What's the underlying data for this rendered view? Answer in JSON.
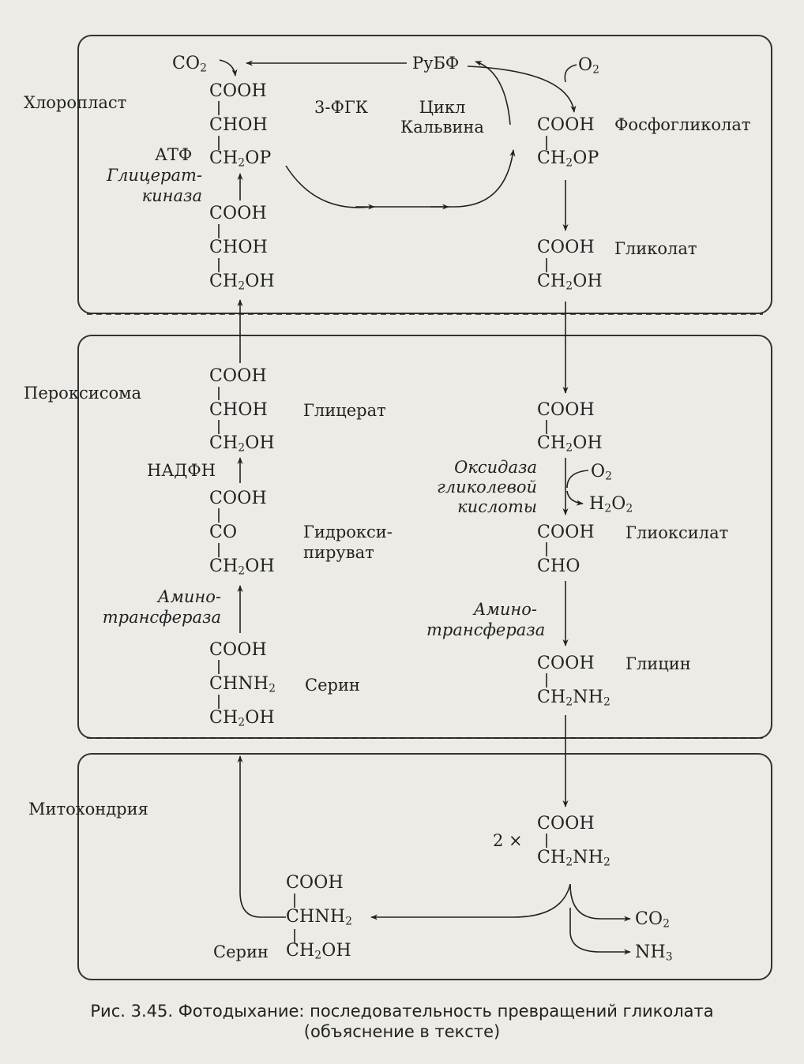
{
  "compartments": {
    "chloroplast": "Хлоропласт",
    "peroxisome": "Пероксисома",
    "mitochondria": "Митохондрия"
  },
  "chloroplast": {
    "co2": "CO",
    "co2_sub": "2",
    "rubp": "РуБФ",
    "o2": "O",
    "o2_sub": "2",
    "pga_label": "3-ФГК",
    "calvin_line1": "Цикл",
    "calvin_line2": "Кальвина",
    "atp": "АТФ",
    "kinase_line1": "Глицерат-",
    "kinase_line2": "киназа",
    "pga": {
      "l1": "COOH",
      "l2": "CHOH",
      "l3a": "CH",
      "l3s": "2",
      "l3b": "OP"
    },
    "glycerate": {
      "l1": "COOH",
      "l2": "CHOH",
      "l3a": "CH",
      "l3s": "2",
      "l3b": "OH"
    },
    "phosphoglycolate": {
      "l1": "COOH",
      "l2a": "CH",
      "l2s": "2",
      "l2b": "OP",
      "name": "Фосфогликолат"
    },
    "glycolate": {
      "l1": "COOH",
      "l2a": "CH",
      "l2s": "2",
      "l2b": "OH",
      "name": "Гликолат"
    }
  },
  "peroxisome": {
    "glycerate": {
      "l1": "COOH",
      "l2": "CHOH",
      "l3a": "CH",
      "l3s": "2",
      "l3b": "OH",
      "name": "Глицерат"
    },
    "nadph": "НАДФН",
    "hydroxypyruvate": {
      "l1": "COOH",
      "l2": "CO",
      "l3a": "CH",
      "l3s": "2",
      "l3b": "OH",
      "name_line1": "Гидрокси-",
      "name_line2": "пируват"
    },
    "aminotransferase_left_1": "Амино-",
    "aminotransferase_left_2": "трансфераза",
    "serine": {
      "l1": "COOH",
      "l2a": "CHNH",
      "l2s": "2",
      "l3a": "CH",
      "l3s": "2",
      "l3b": "OH",
      "name": "Серин"
    },
    "glycolate": {
      "l1": "COOH",
      "l2a": "CH",
      "l2s": "2",
      "l2b": "OH"
    },
    "oxidase_1": "Оксидаза",
    "oxidase_2": "гликолевой",
    "oxidase_3": "кислоты",
    "o2": "O",
    "o2_sub": "2",
    "h2o2_a": "H",
    "h2o2_s1": "2",
    "h2o2_b": "O",
    "h2o2_s2": "2",
    "glyoxylate": {
      "l1": "COOH",
      "l2": "CHO",
      "name": "Глиоксилат"
    },
    "aminotransferase_right_1": "Амино-",
    "aminotransferase_right_2": "трансфераза",
    "glycine": {
      "l1": "COOH",
      "l2a": "CH",
      "l2s": "2",
      "l2b": "NH",
      "l2s2": "2",
      "name": "Глицин"
    }
  },
  "mitochondria": {
    "multiplier": "2 ×",
    "glycine": {
      "l1": "COOH",
      "l2a": "CH",
      "l2s": "2",
      "l2b": "NH",
      "l2s2": "2"
    },
    "serine": {
      "l1": "COOH",
      "l2a": "CHNH",
      "l2s": "2",
      "l3a": "CH",
      "l3s": "2",
      "l3b": "OH",
      "name": "Серин"
    },
    "co2": "CO",
    "co2_sub": "2",
    "nh3": "NH",
    "nh3_sub": "3"
  },
  "caption": {
    "line1": "Рис. 3.45. Фотодыхание: последовательность превращений гликолата",
    "line2": "(объяснение в тексте)"
  }
}
